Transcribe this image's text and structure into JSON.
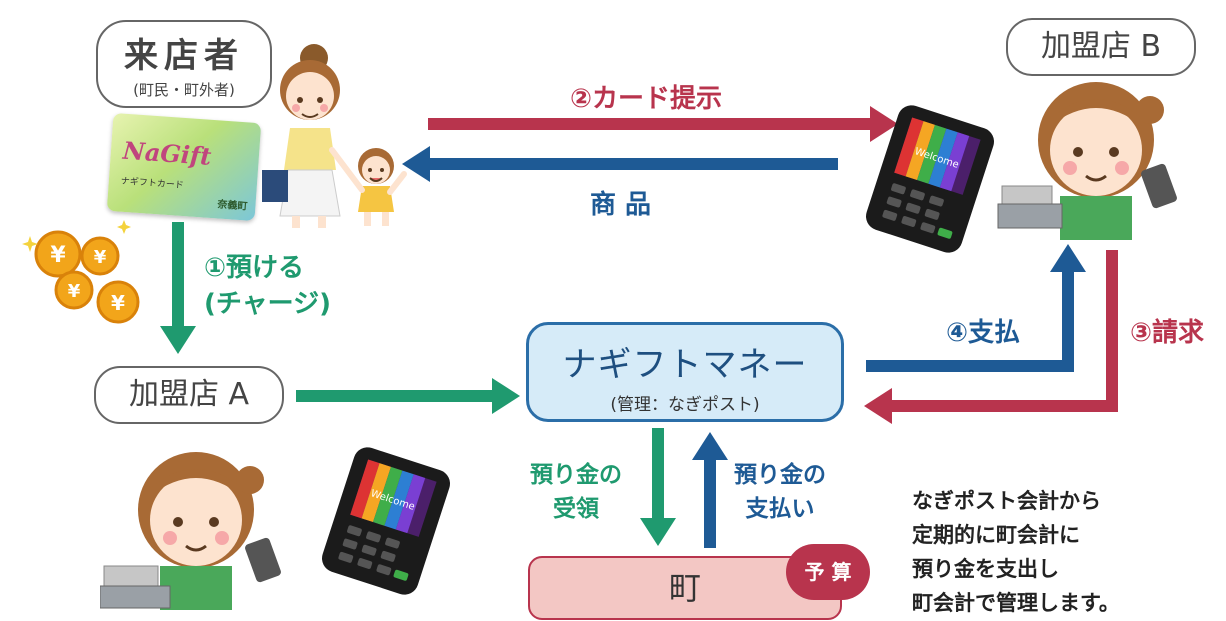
{
  "visitor": {
    "title": "来店者",
    "subtitle": "(町民・町外者)"
  },
  "store_a": {
    "label": "加盟店 A"
  },
  "store_b": {
    "label": "加盟店 B"
  },
  "card": {
    "brand": "NaGift",
    "name": "ナギフトカード",
    "issuer": "奈義町"
  },
  "center": {
    "title": "ナギフトマネー",
    "subtitle": "(管理：なぎポスト)"
  },
  "town": {
    "label": "町",
    "badge": "予 算"
  },
  "flows": {
    "charge_1": "①預ける",
    "charge_2": "(チャージ)",
    "card_present": "②カード提示",
    "goods": "商 品",
    "pay": "④支払",
    "claim": "③請求",
    "deposit_receive_1": "預り金の",
    "deposit_receive_2": "受領",
    "deposit_pay_1": "預り金の",
    "deposit_pay_2": "支払い"
  },
  "note": [
    "なぎポスト会計から",
    "定期的に町会計に",
    "預り金を支出し",
    "町会計で管理します。"
  ],
  "terminal_screen": "Welcome",
  "coin_symbol": "¥",
  "colors": {
    "green": "#1f9a6f",
    "red": "#b8344d",
    "blue": "#1e5a95",
    "center_fill": "#d6ebf8",
    "town_fill": "#f3c7c4",
    "badge": "#b8344d"
  }
}
